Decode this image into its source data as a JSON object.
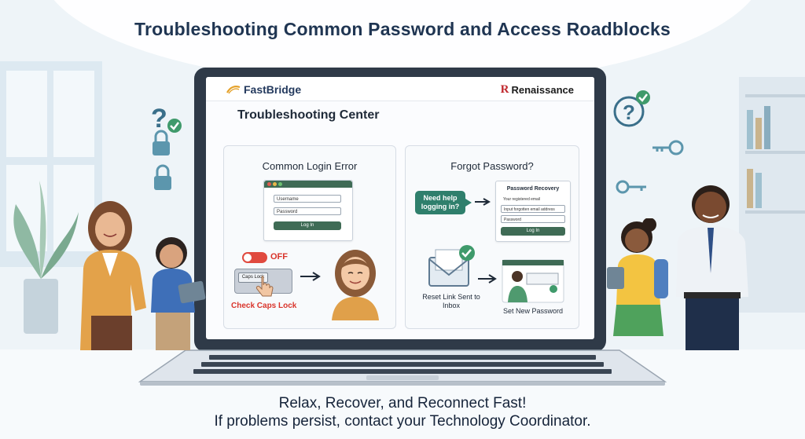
{
  "title": "Troubleshooting Common Password and Access Roadblocks",
  "footer": {
    "line1": "Relax, Recover, and Reconnect Fast!",
    "line2": "If problems persist, contact your Technology Coordinator."
  },
  "screen": {
    "brand_left": "FastBridge",
    "brand_right": "Renaissance",
    "heading": "Troubleshooting Center",
    "left_panel": {
      "title": "Common Login Error",
      "username_label": "Username",
      "password_label": "Password",
      "login_button": "Log In",
      "toggle_state": "OFF",
      "key_label": "Caps Lock",
      "caption": "Check Caps Lock"
    },
    "right_panel": {
      "title": "Forgot Password?",
      "bubble_text": "Need help logging in?",
      "recovery_title": "Password Recovery",
      "recovery_line1": "Your registered email",
      "recovery_line2": "Input forgotten email address",
      "recovery_password": "Password",
      "recovery_button": "Log In",
      "reset_caption": "Reset Link Sent to Inbox",
      "setnew_caption": "Set New Password"
    }
  },
  "colors": {
    "accent_green": "#3f6b55",
    "alert_red": "#d9342b",
    "bubble_teal": "#2f7f6c",
    "title_navy": "#1f3552"
  },
  "icons": [
    "question-icon",
    "check-icon",
    "lock-icon",
    "key-icon",
    "envelope-icon",
    "arrow-right-icon",
    "cursor-hand-icon"
  ]
}
